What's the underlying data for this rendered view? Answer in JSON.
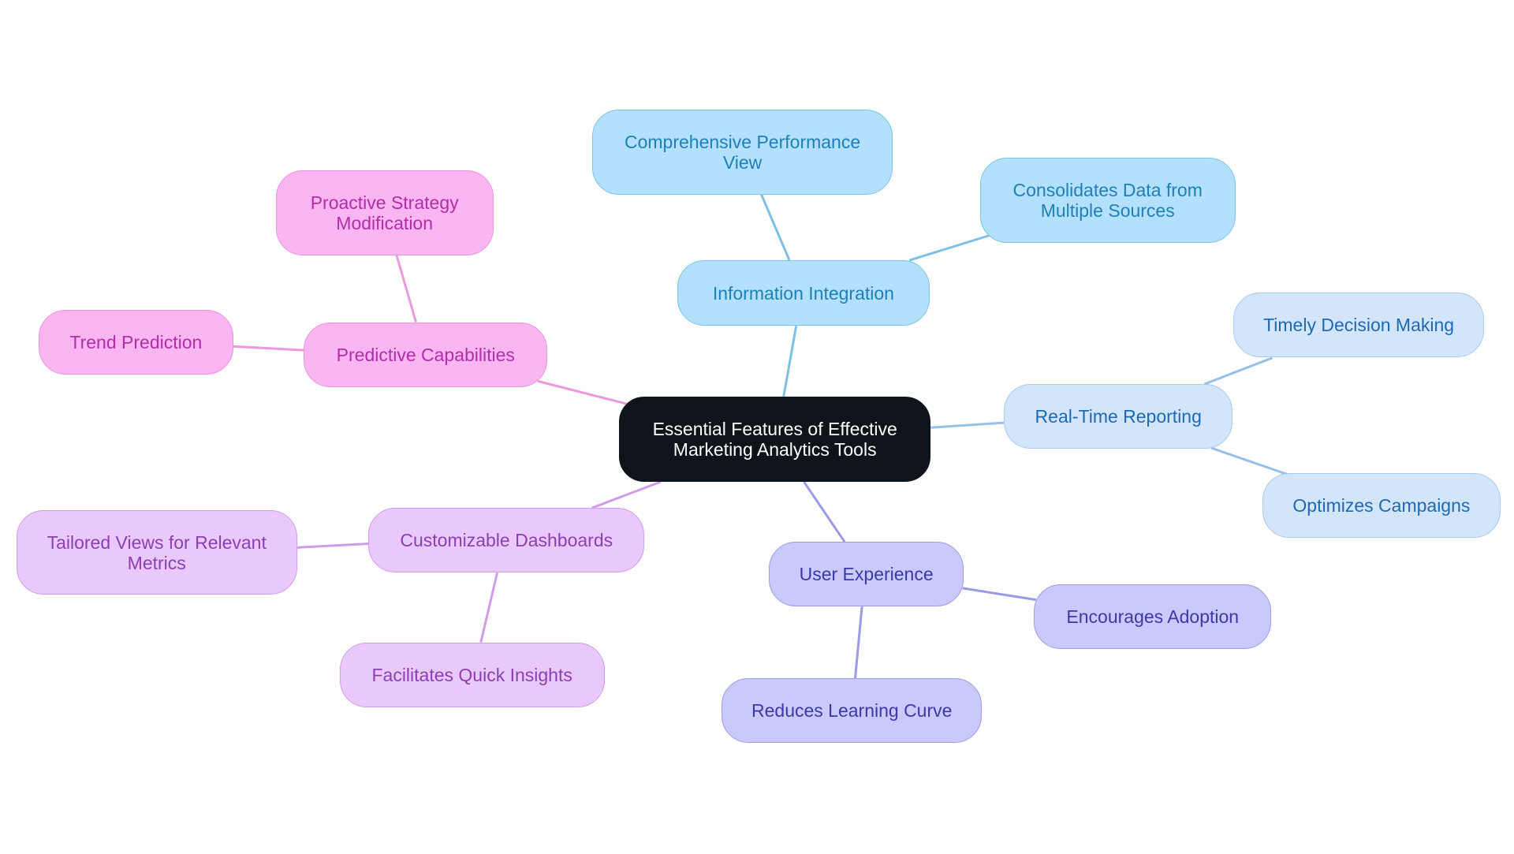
{
  "palette": {
    "root": {
      "fill": "#0f141a",
      "stroke": "#0f141a",
      "text": "#ffffff"
    },
    "info": {
      "fill": "#b3e0fc",
      "stroke": "#7cc3ea",
      "text": "#1f80b8",
      "line": "#7cc0e6"
    },
    "realtime": {
      "fill": "#d3e5fb",
      "stroke": "#a9c9ef",
      "text": "#1f69b3",
      "line": "#99bfe8"
    },
    "ux": {
      "fill": "#c9c9fc",
      "stroke": "#9c9ce8",
      "text": "#3a3aa6",
      "line": "#9a9ae6"
    },
    "dash": {
      "fill": "#e9c9fb",
      "stroke": "#cf9ceb",
      "text": "#8c3fb3",
      "line": "#cf9de8"
    },
    "predict": {
      "fill": "#fbb5f3",
      "stroke": "#e994dd",
      "text": "#b22ea6",
      "line": "#e99adf"
    }
  },
  "diagram": {
    "root": {
      "id": "root",
      "label": "Essential Features of Effective Marketing Analytics Tools"
    },
    "branches": [
      {
        "id": "info",
        "label": "Information Integration",
        "children": [
          {
            "id": "info-c1",
            "label": "Comprehensive Performance View"
          },
          {
            "id": "info-c2",
            "label": "Consolidates Data from Multiple Sources"
          }
        ]
      },
      {
        "id": "realtime",
        "label": "Real-Time Reporting",
        "children": [
          {
            "id": "realtime-c1",
            "label": "Timely Decision Making"
          },
          {
            "id": "realtime-c2",
            "label": "Optimizes Campaigns"
          }
        ]
      },
      {
        "id": "ux",
        "label": "User Experience",
        "children": [
          {
            "id": "ux-c1",
            "label": "Encourages Adoption"
          },
          {
            "id": "ux-c2",
            "label": "Reduces Learning Curve"
          }
        ]
      },
      {
        "id": "dash",
        "label": "Customizable Dashboards",
        "children": [
          {
            "id": "dash-c1",
            "label": "Tailored Views for Relevant Metrics"
          },
          {
            "id": "dash-c2",
            "label": "Facilitates Quick Insights"
          }
        ]
      },
      {
        "id": "predict",
        "label": "Predictive Capabilities",
        "children": [
          {
            "id": "predict-c1",
            "label": "Proactive Strategy Modification"
          },
          {
            "id": "predict-c2",
            "label": "Trend Prediction"
          }
        ]
      }
    ]
  }
}
